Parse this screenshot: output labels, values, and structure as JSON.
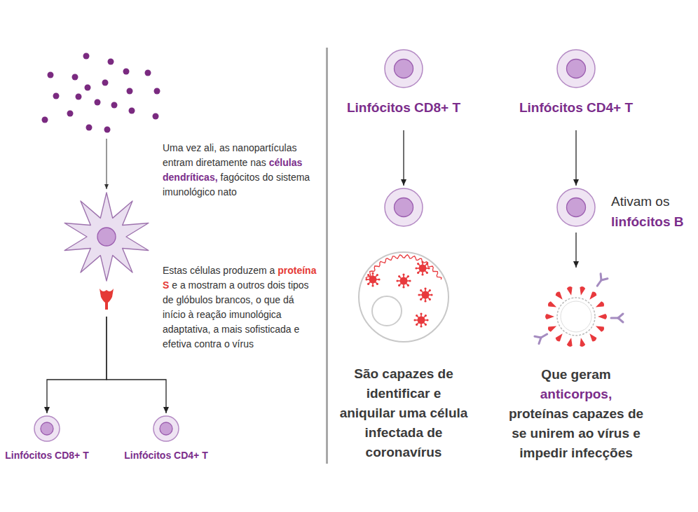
{
  "diagram": {
    "nodes": [
      {
        "text": [
          "Uma vez ali, as nanopartículas entram diretamente nas",
          "células dendríticas,",
          "fagócitos do sistema imunológico nato"
        ]
      },
      {
        "text": [
          "Estas células produzem a",
          "proteína S",
          "e a mostram a outros dois tipos de glóbulos brancos, o que dá início à reação imunológica adaptativa, a mais sofisticada e efetiva contra o vírus"
        ]
      },
      {
        "text": [
          "Linfócitos CD8+ T"
        ]
      },
      {
        "text": [
          "Linfócitos CD4+ T"
        ]
      },
      {
        "text": [
          "Linfócitos CD8+ T"
        ]
      },
      {
        "text": [
          "Linfócitos CD4+ T"
        ]
      },
      {
        "text": [
          "São capazes de identificar e aniquilar uma célula infectada de coronavírus"
        ]
      },
      {
        "text": [
          "Ativam os",
          "linfócitos B"
        ]
      },
      {
        "text": [
          "Que geram",
          "anticorpos,",
          "proteínas capazes de se unirem ao vírus e impedir infecções"
        ]
      }
    ],
    "edges": [
      {
        "from": 1,
        "to": 2,
        "arrow": "to"
      },
      {
        "from": 1,
        "to": 3,
        "arrow": "to"
      },
      {
        "from": 4,
        "to": 6,
        "arrow": "to"
      },
      {
        "from": 5,
        "to": 7,
        "arrow": "to"
      },
      {
        "from": 7,
        "to": 8,
        "arrow": "to"
      }
    ]
  }
}
